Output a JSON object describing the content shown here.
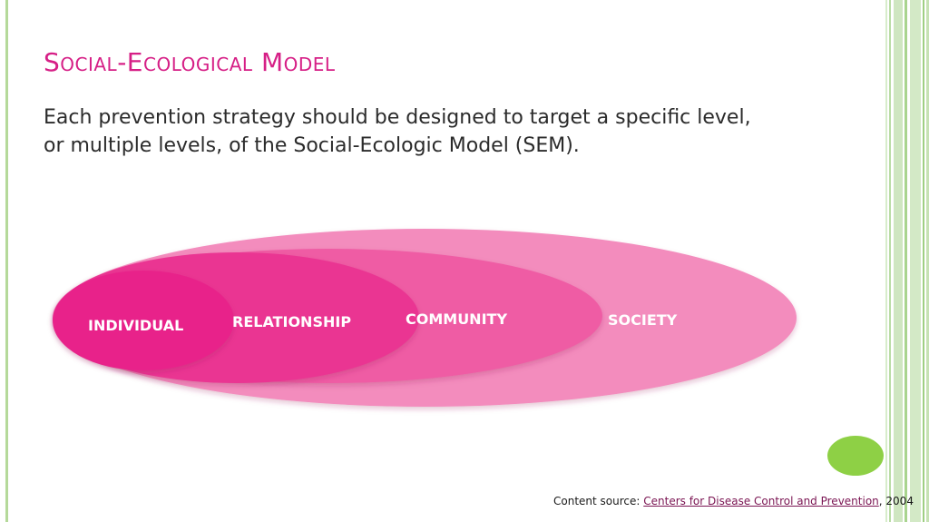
{
  "slide": {
    "title": "Social-Ecological Model",
    "subtitle": "Each prevention strategy should be designed to target a specific level, or multiple levels, of the Social-Ecologic Model (SEM)."
  },
  "diagram": {
    "levels": [
      {
        "label": "INDIVIDUAL",
        "color": "#e8248a"
      },
      {
        "label": "RELATIONSHIP",
        "color": "#ea3592"
      },
      {
        "label": "COMMUNITY",
        "color": "#ef5ba4"
      },
      {
        "label": "SOCIETY",
        "color": "#f38cbd"
      }
    ]
  },
  "footer": {
    "prefix": "Content source: ",
    "link_text": "Centers for Disease Control and Prevention",
    "suffix": ", 2004"
  },
  "colors": {
    "title": "#d61f86",
    "accent_green": "#8ed045",
    "border_green": "#b5d99a"
  }
}
